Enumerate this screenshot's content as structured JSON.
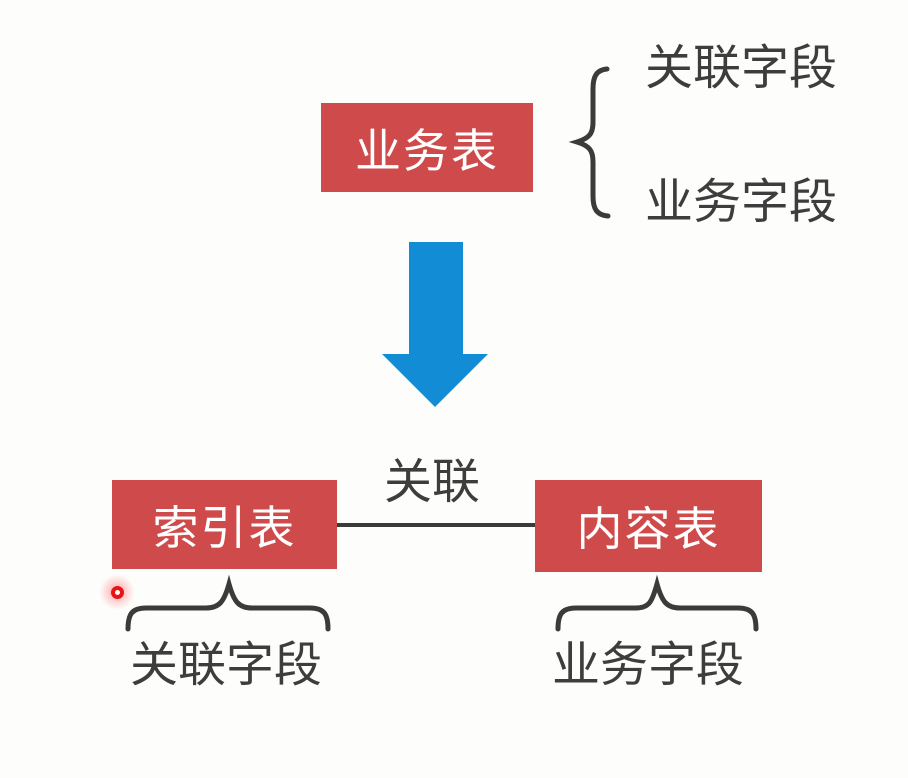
{
  "colors": {
    "box_red": "#cf4b4b",
    "box_text": "#ffffff",
    "arrow_blue": "#128dd5",
    "line_dark": "#3b3b3b",
    "text_dark": "#3d3d3d",
    "laser_red": "#ea1312",
    "background": "#fdfdfc"
  },
  "top_group": {
    "table": "业务表",
    "brace_fields": [
      "关联字段",
      "业务字段"
    ]
  },
  "flow": {
    "arrow_icon": "down-arrow"
  },
  "bottom_group": {
    "relation_label": "关联",
    "left_table": "索引表",
    "left_field": "关联字段",
    "right_table": "内容表",
    "right_field": "业务字段"
  },
  "pointer": {
    "icon": "laser-dot"
  }
}
